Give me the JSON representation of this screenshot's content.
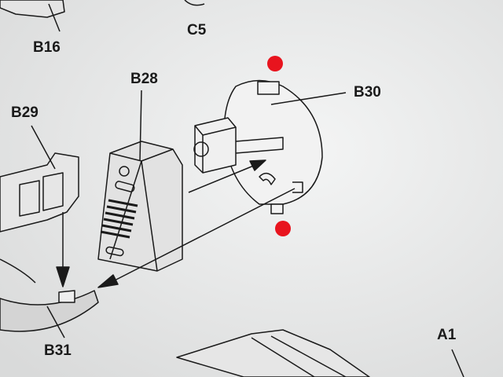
{
  "labels": {
    "b16": "B16",
    "c5": "C5",
    "b28": "B28",
    "b30": "B30",
    "b29": "B29",
    "b31": "B31",
    "a1": "A1"
  },
  "colors": {
    "paper": "#eceded",
    "ink": "#1a1a1a",
    "marker": "#e8141e"
  }
}
